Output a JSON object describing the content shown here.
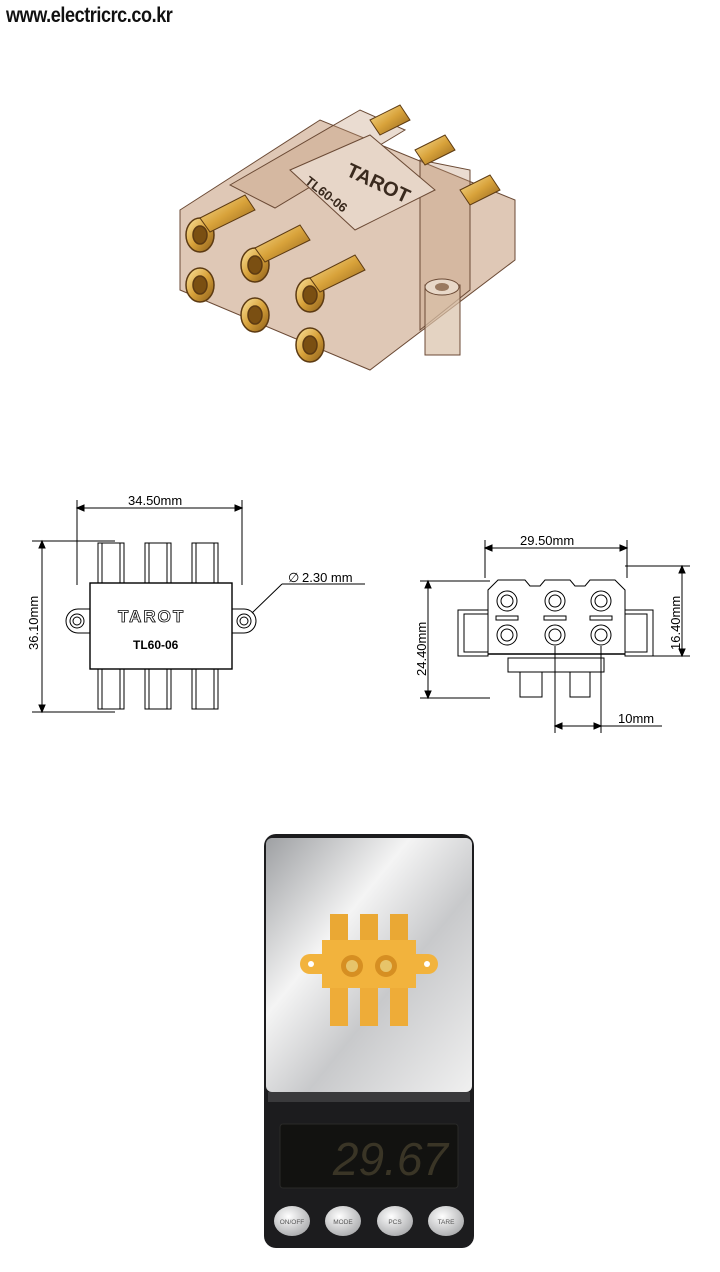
{
  "header": {
    "site_url": "www.electricrc.co.kr"
  },
  "render": {
    "logo_text": "TAROT",
    "model_text": "TL60-06"
  },
  "top_view": {
    "width_label": "34.50mm",
    "height_label": "36.10mm",
    "hole_label": "2.30 mm",
    "diameter_symbol": "∅",
    "logo_text": "TAROT",
    "model_text": "TL60-06"
  },
  "side_view": {
    "width_label": "29.50mm",
    "height_label": "24.40mm",
    "inner_height_label": "16.40mm",
    "pitch_label": "10mm"
  },
  "scale": {
    "reading": "29.67",
    "buttons": [
      {
        "label": "ON/OFF"
      },
      {
        "label": "MODE"
      },
      {
        "label": "PCS"
      },
      {
        "label": "TARE"
      }
    ]
  },
  "colors": {
    "housing_brown": "#b58a6a",
    "brass": "#d9a53c",
    "connector_yellow": "#f2b33d",
    "scale_display": "#1a1a17",
    "scale_digits": "#3a3526"
  }
}
